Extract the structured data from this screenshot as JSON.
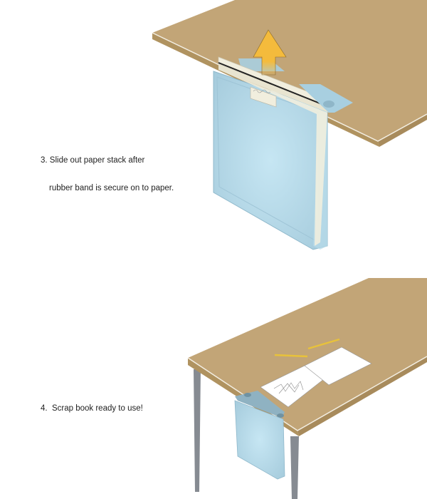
{
  "steps": [
    {
      "number": "3.",
      "line1": "3. Slide out paper stack after",
      "line2": "rubber band is secure on to paper."
    },
    {
      "number": "4.",
      "line1": "4.  Scrap book ready to use!"
    }
  ],
  "colors": {
    "desk_top": "#c2a577",
    "desk_edge": "#a88b5c",
    "desk_edge_highlight": "#f3eee2",
    "holder_blue": "#a9d0e0",
    "holder_blue_light": "#c8e6f2",
    "arrow_yellow": "#f4bb3c",
    "leg_gray": "#868b92",
    "paper": "#f4f1e4"
  }
}
